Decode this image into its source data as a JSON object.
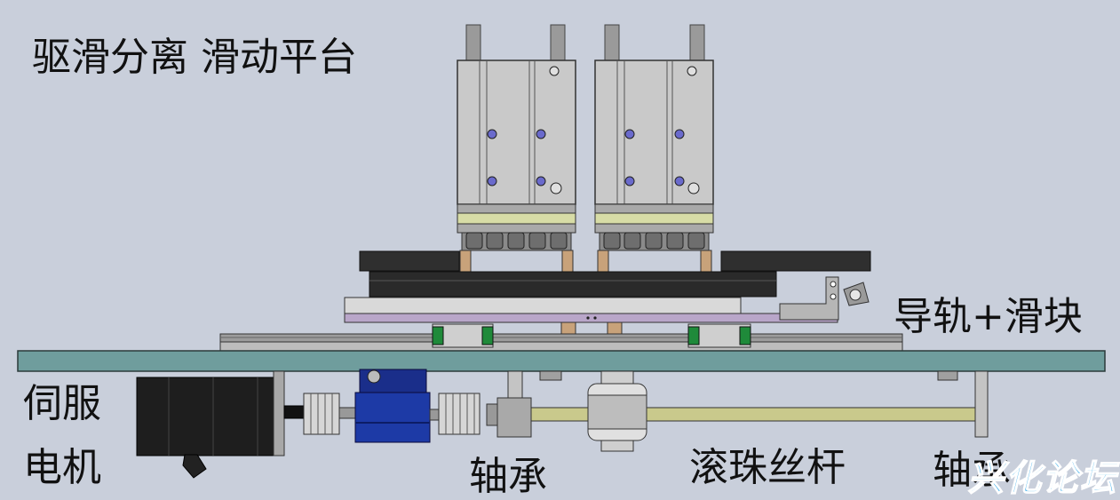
{
  "labels": {
    "title": "驱滑分离 滑动平台",
    "guide": "导轨+滑块",
    "servo_line1": "伺服",
    "servo_line2": "电机",
    "bearing_left": "轴承",
    "ball_screw": "滚珠丝杆",
    "bearing_right": "轴承"
  },
  "watermark": "兴化论坛",
  "colors": {
    "background": "#c9cfdb",
    "base_plate": "#6f9d9d",
    "motor": "#1e1e1e",
    "gearbox": "#1d3aa6",
    "screw": "#c9c98c",
    "plate_dark": "#2a2a2a",
    "plate_purple": "#b9a6c9",
    "slider_green": "#1f8a3a",
    "cylinder_body": "#c5c5c5",
    "watermark": "#2aa6e8"
  }
}
